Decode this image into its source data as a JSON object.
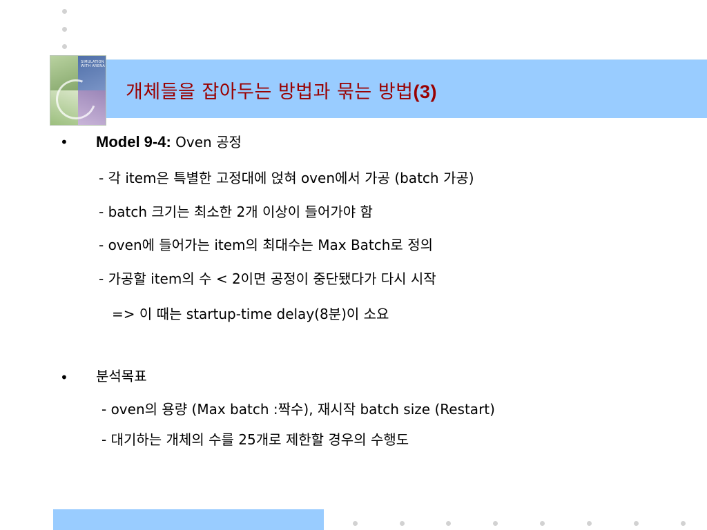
{
  "title": {
    "main": "개체들을  잡아두는 방법과 묶는 방법",
    "suffix": "(3)"
  },
  "cover": {
    "text": "SIMULATION WITH ARENA"
  },
  "bullets": [
    {
      "symbol": "•",
      "heading_bold": "Model 9-4:",
      "heading_rest": " Oven 공정",
      "lines": [
        "- 각 item은 특별한 고정대에 얹혀 oven에서 가공 (batch 가공)",
        "- batch 크기는 최소한 2개 이상이 들어가야 함",
        "- oven에 들어가는 item의  최대수는 Max Batch로 정의",
        "- 가공할 item의 수 <  2이면 공정이 중단됐다가 다시 시작",
        "=> 이 때는 startup-time delay(8분)이 소요"
      ]
    },
    {
      "symbol": "•",
      "heading_rest": "분석목표",
      "lines": [
        "- oven의 용량 (Max batch :짝수), 재시작 batch size (Restart)",
        "- 대기하는 개체의 수를 25개로 제한할 경우의 수행도"
      ]
    }
  ],
  "colors": {
    "title_band": "#99ccff",
    "title_text": "#990000",
    "dots": "#d2d2d2",
    "footer_bar": "#99ccff"
  }
}
